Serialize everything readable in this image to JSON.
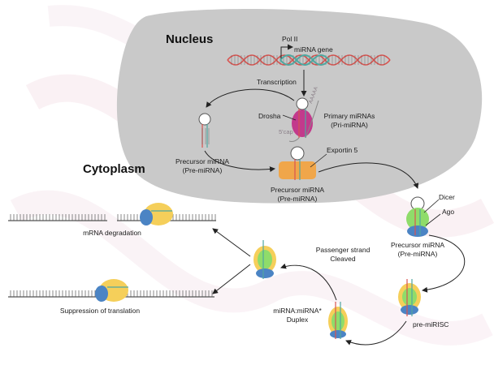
{
  "regions": {
    "nucleus": "Nucleus",
    "cytoplasm": "Cytoplasm"
  },
  "labels": {
    "pol2": "Pol II",
    "mirna_gene": "miRNA gene",
    "transcription": "Transcription",
    "drosha": "Drosha",
    "five_cap": "5'cap",
    "polya": "AAAAA",
    "pri_mirna_1": "Primary miRNAs",
    "pri_mirna_2": "(Pri-miRNA)",
    "pre_mirna_left_1": "Precursor miRNA",
    "pre_mirna_left_2": "(Pre-miRNA)",
    "exportin": "Exportin 5",
    "pre_mirna_center_1": "Precursor miRNA",
    "pre_mirna_center_2": "(Pre-miRNA)",
    "dicer": "Dicer",
    "ago": "Ago",
    "pre_mirna_right_1": "Precursor miRNA",
    "pre_mirna_right_2": "(Pre-miRNA)",
    "pre_mirisc": "pre-miRISC",
    "duplex_1": "miRNA:miRNA*",
    "duplex_2": "Duplex",
    "passenger_1": "Passenger strand",
    "passenger_2": "Cleaved",
    "mrna_degradation": "mRNA degradation",
    "suppression": "Suppression of translation"
  },
  "colors": {
    "nucleus_fill": "#c9c9c9",
    "dna_red": "#d9534f",
    "dna_teal": "#4fa7a0",
    "exportin_orange": "#f0a64a",
    "ago_blue": "#4b84c4",
    "dicer_green": "#8fdc6a",
    "risc_yellow": "#f5cf5a",
    "drosha_pink": "#c23a8c"
  }
}
